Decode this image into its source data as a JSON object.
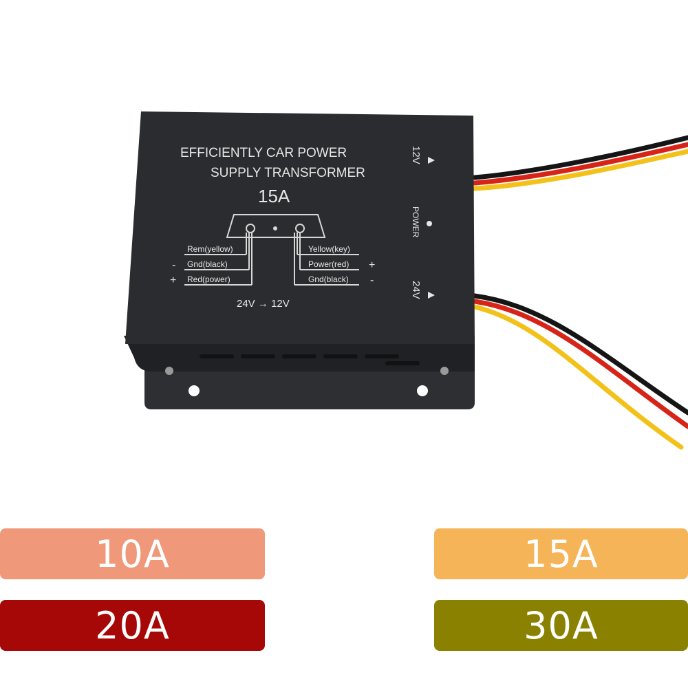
{
  "product": {
    "title_line1": "EFFICIENTLY CAR POWER",
    "title_line2": "SUPPLY TRANSFORMER",
    "rating": "15A",
    "left_labels": [
      "Rem(yellow)",
      "Gnd(black)",
      "Red(power)"
    ],
    "left_signs": [
      "-",
      "+"
    ],
    "right_labels": [
      "Yellow(key)",
      "Power(red)",
      "Gnd(black)"
    ],
    "right_signs": [
      "+",
      "-"
    ],
    "conversion": "24V → 12V",
    "side_top": "12V",
    "side_mid": "POWER",
    "side_bottom": "24V"
  },
  "options": [
    {
      "label": "10A",
      "color": "#f0987a"
    },
    {
      "label": "15A",
      "color": "#f5b457"
    },
    {
      "label": "20A",
      "color": "#a60807"
    },
    {
      "label": "30A",
      "color": "#8a8100"
    }
  ],
  "colors": {
    "case": "#2b2c2f",
    "wire_red": "#d62418",
    "wire_yellow": "#f2c21b",
    "wire_black": "#151515"
  }
}
